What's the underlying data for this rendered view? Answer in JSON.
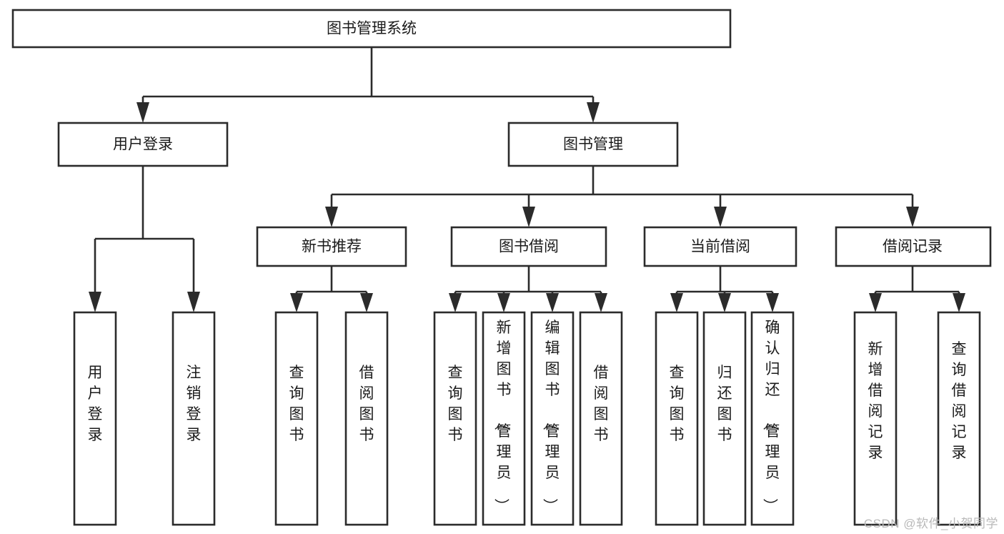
{
  "diagram": {
    "type": "tree",
    "title": "图书管理系统",
    "watermark": "CSDN @软件_小贺同学",
    "style": {
      "box_fill": "#ffffff",
      "box_stroke": "#2b2b2b",
      "text_color": "#1b1b1b",
      "background": "#ffffff",
      "watermark_color": "#b9b9b9"
    },
    "nodes": {
      "root": {
        "label": "图书管理系统",
        "level": 1
      },
      "l2_1": {
        "label": "用户登录",
        "level": 2
      },
      "l2_2": {
        "label": "图书管理",
        "level": 2
      },
      "l3_1": {
        "label": "新书推荐",
        "level": 3
      },
      "l3_2": {
        "label": "图书借阅",
        "level": 3
      },
      "l3_3": {
        "label": "当前借阅",
        "level": 3
      },
      "l3_4": {
        "label": "借阅记录",
        "level": 3
      },
      "leaf_1": {
        "label": "用户登录",
        "level": 4
      },
      "leaf_2": {
        "label": "注销登录",
        "level": 4
      },
      "leaf_3": {
        "label": "查询图书",
        "level": 4
      },
      "leaf_4": {
        "label": "借阅图书",
        "level": 4
      },
      "leaf_5": {
        "label": "查询图书",
        "level": 4
      },
      "leaf_6": {
        "label": "新增图书（管理员）",
        "level": 4
      },
      "leaf_7": {
        "label": "编辑图书（管理员）",
        "level": 4
      },
      "leaf_8": {
        "label": "借阅图书",
        "level": 4
      },
      "leaf_9": {
        "label": "查询图书",
        "level": 4
      },
      "leaf_10": {
        "label": "归还图书",
        "level": 4
      },
      "leaf_11": {
        "label": "确认归还（管理员）",
        "level": 4
      },
      "leaf_12": {
        "label": "新增借阅记录",
        "level": 4
      },
      "leaf_13": {
        "label": "查询借阅记录",
        "level": 4
      }
    },
    "edges": [
      {
        "from": "root",
        "to": "l2_1"
      },
      {
        "from": "root",
        "to": "l2_2"
      },
      {
        "from": "l2_1",
        "to": "leaf_1"
      },
      {
        "from": "l2_1",
        "to": "leaf_2"
      },
      {
        "from": "l2_2",
        "to": "l3_1"
      },
      {
        "from": "l2_2",
        "to": "l3_2"
      },
      {
        "from": "l2_2",
        "to": "l3_3"
      },
      {
        "from": "l2_2",
        "to": "l3_4"
      },
      {
        "from": "l3_1",
        "to": "leaf_3"
      },
      {
        "from": "l3_1",
        "to": "leaf_4"
      },
      {
        "from": "l3_2",
        "to": "leaf_5"
      },
      {
        "from": "l3_2",
        "to": "leaf_6"
      },
      {
        "from": "l3_2",
        "to": "leaf_7"
      },
      {
        "from": "l3_2",
        "to": "leaf_8"
      },
      {
        "from": "l3_3",
        "to": "leaf_9"
      },
      {
        "from": "l3_3",
        "to": "leaf_10"
      },
      {
        "from": "l3_3",
        "to": "leaf_11"
      },
      {
        "from": "l3_4",
        "to": "leaf_12"
      },
      {
        "from": "l3_4",
        "to": "leaf_13"
      }
    ]
  }
}
